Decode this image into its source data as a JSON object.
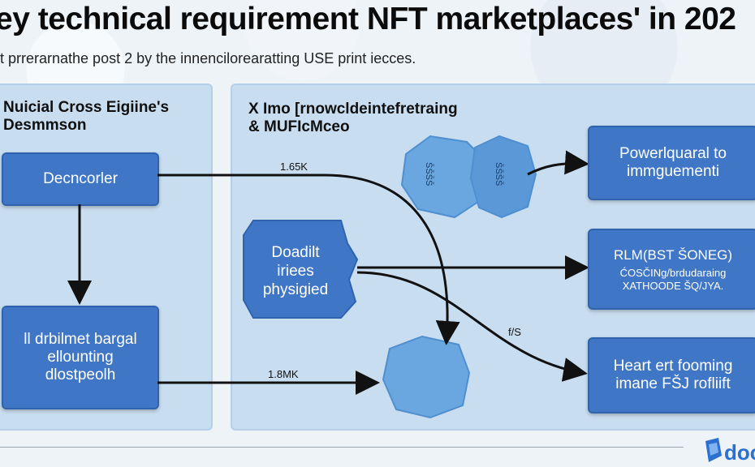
{
  "header": {
    "title": "ey technical requirement NFT marketplaces' in 202",
    "subtitle": "t prrerarnathe post 2 by the innencilorearatting USE print iecces."
  },
  "left_panel": {
    "heading": "Nuicial Cross Eigiine's\nDesmmson",
    "box_top": "Decncorler",
    "box_bottom": "ll drbilmet bargal\nellounting\ndlostpeolh"
  },
  "right_panel": {
    "heading": "X Imo [rnowcldeintefretraing\n& MUFIcMceo",
    "box_middle_left": "Doadilt\niriees\nphysigied",
    "out_top": "Powerlquaral to\nimmguementi",
    "out_mid_title": "RLM(BST ŠONEG)",
    "out_mid_sub": "ĆOSČINg/brdudaraing\nXATHOODE ŠQ/JYA.",
    "out_bottom": "Heart ert fooming\nimane FŠJ rofliift",
    "label_top": "1.65K",
    "label_bottom": "1.8MK",
    "label_diag": "f/S",
    "hex_text_a": "ŠŠŠŠ",
    "hex_text_b": "ŠŠŠŠ"
  },
  "logo": {
    "text": "doc"
  },
  "colors": {
    "box_blue": "#3f76c6",
    "panel_bg": "#c9ddf0",
    "hex_blue": "#6aa7e0",
    "brand": "#2a6fd1"
  }
}
